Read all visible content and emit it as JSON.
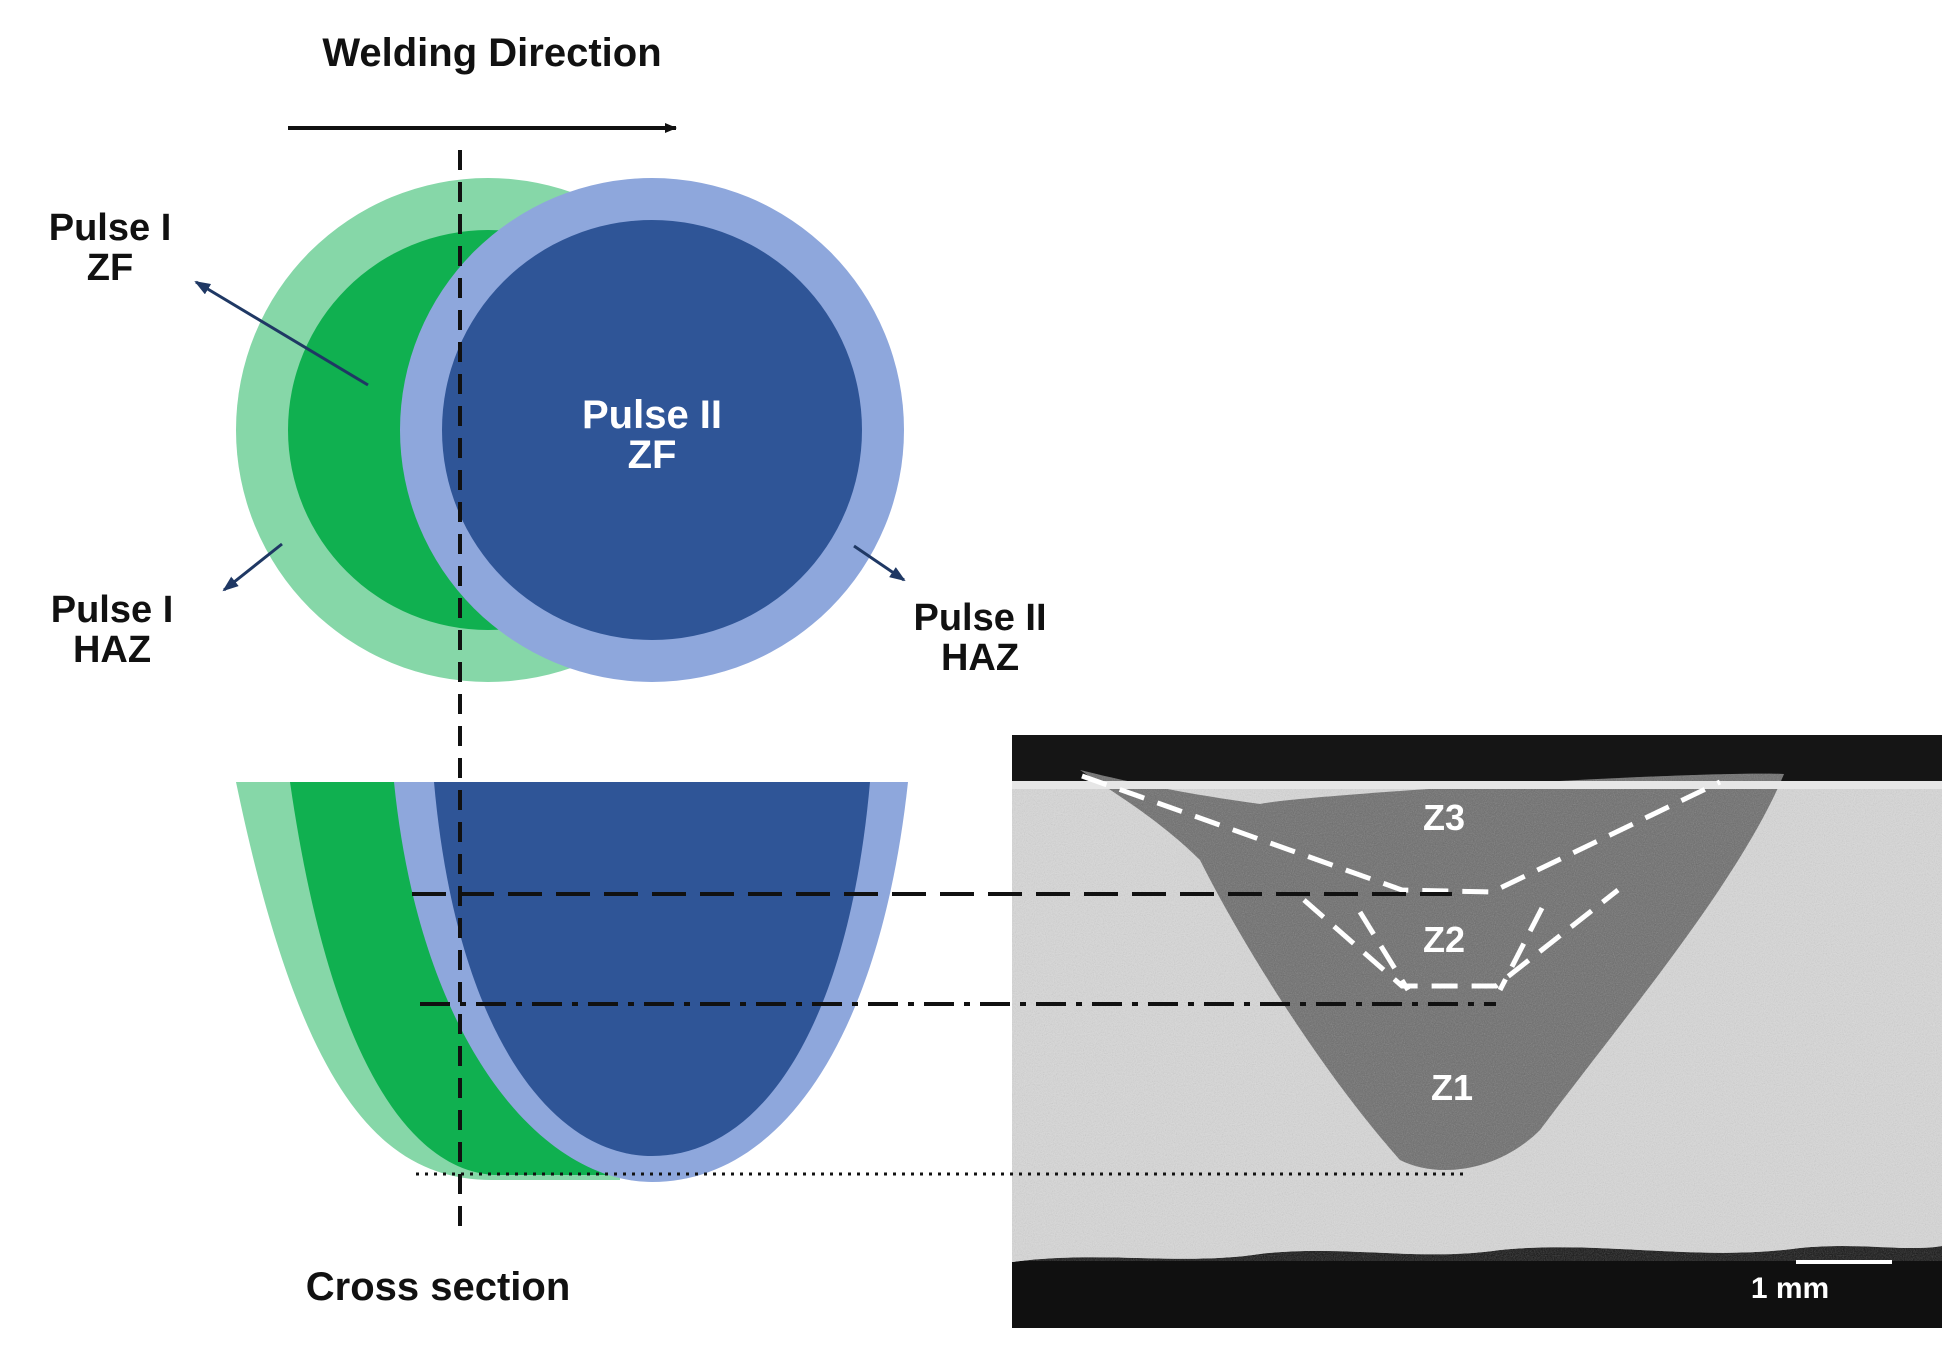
{
  "labels": {
    "welding_direction": "Welding Direction",
    "pulse1_zf_line1": "Pulse I",
    "pulse1_zf_line2": "ZF",
    "pulse1_haz_line1": "Pulse I",
    "pulse1_haz_line2": "HAZ",
    "pulse2_zf_line1": "Pulse II",
    "pulse2_zf_line2": "ZF",
    "pulse2_haz_line1": "Pulse II",
    "pulse2_haz_line2": "HAZ",
    "cross_section": "Cross section"
  },
  "micrograph": {
    "zone_z3": "Z3",
    "zone_z2": "Z2",
    "zone_z1": "Z1",
    "scale_bar": "1 mm"
  },
  "colors": {
    "pulse1_haz": "#86D7A8",
    "pulse1_zf": "#10B050",
    "pulse2_haz": "#8EA7DC",
    "pulse2_zf": "#2F5597",
    "arrow": "#1F3864",
    "line": "#111111"
  }
}
